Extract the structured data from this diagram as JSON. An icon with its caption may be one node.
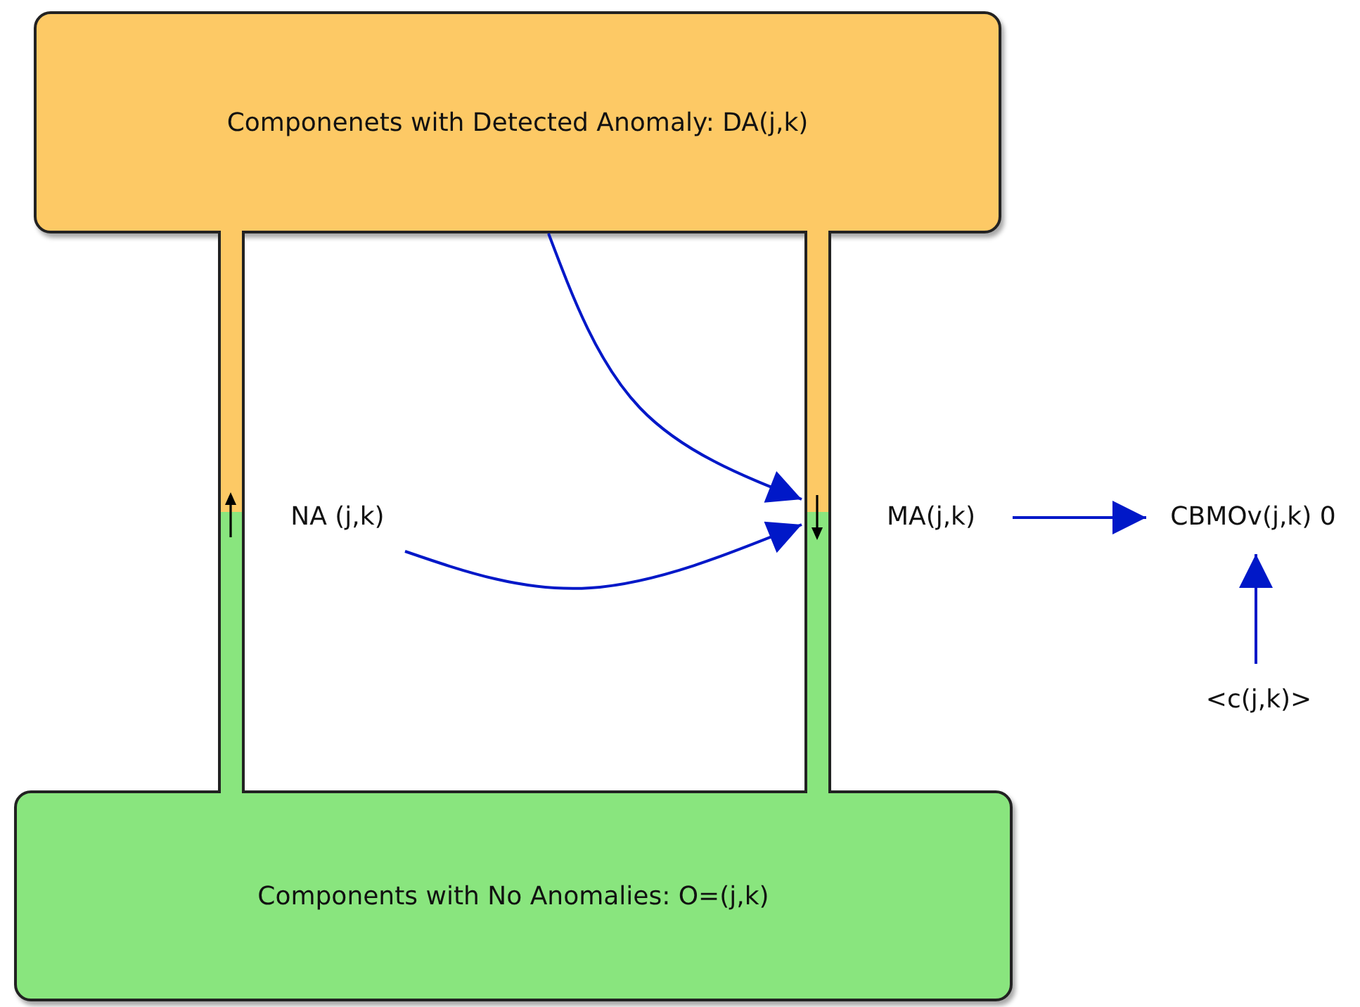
{
  "diagram": {
    "nodes": [
      {
        "text": [
          "Componenets with Detected Anomaly: DA(j,k)"
        ]
      },
      {
        "text": [],
        "shape": "bar"
      },
      {
        "text": [],
        "shape": "bar"
      },
      {
        "text": [
          "NA (j,k)"
        ]
      },
      {
        "text": [
          "MA(j,k)"
        ]
      },
      {
        "text": [
          "CBMOv(j,k) 0"
        ]
      },
      {
        "text": [
          "<c(j,k)>"
        ]
      },
      {
        "text": [
          "Components with No Anomalies: O=(j,k)"
        ]
      }
    ],
    "edges": [
      {
        "from": 0,
        "to": 2,
        "arrow": "to"
      },
      {
        "from": 3,
        "to": 2,
        "arrow": "to"
      },
      {
        "from": 4,
        "to": 5,
        "arrow": "to"
      },
      {
        "from": 6,
        "to": 5,
        "arrow": "to"
      }
    ]
  }
}
